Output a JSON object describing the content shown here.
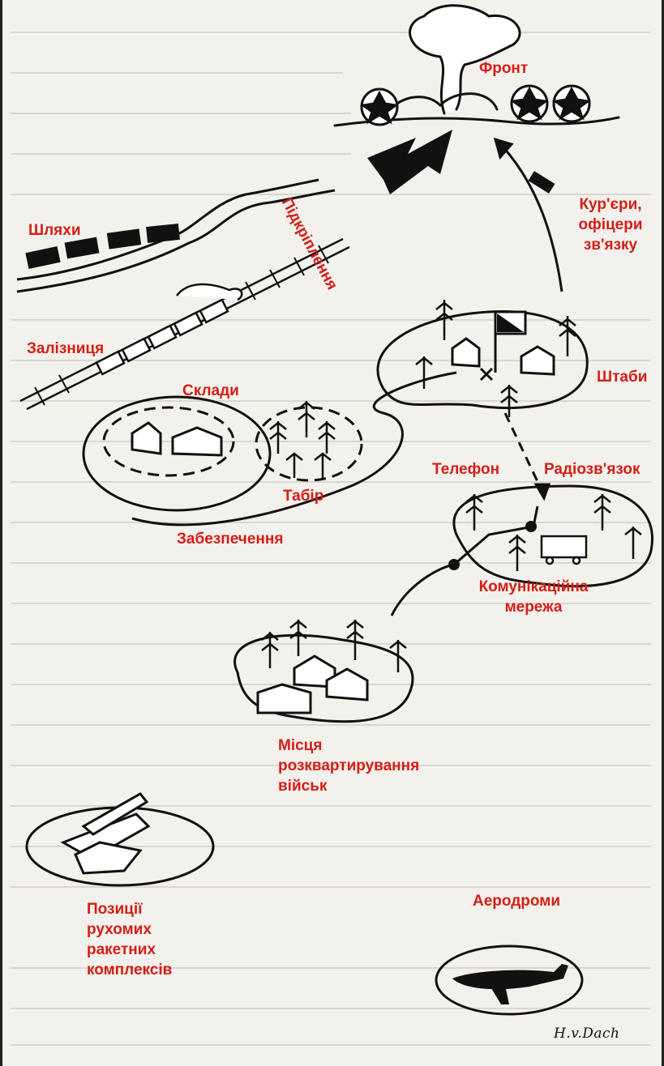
{
  "labels": {
    "front": "Фронт",
    "reinforcements": "Підкріплення",
    "couriers": [
      "Кур'єри,",
      "офіцери",
      "зв'язку"
    ],
    "roads": "Шляхи",
    "railway": "Залізниця",
    "depots": "Склади",
    "camp": "Табір",
    "supply": "Забезпечення",
    "headquarters": "Штаби",
    "telephone": "Телефон",
    "radio": "Радіозв'язок",
    "comm_network": [
      "Комунікаційна",
      "мережа"
    ],
    "troop_quarters": [
      "Місця",
      "розквартирування",
      "військ"
    ],
    "missile_positions": [
      "Позиції",
      "рухомих",
      "ракетних",
      "комплексів"
    ],
    "airfields": "Аеродроми"
  },
  "signature": "H.v.Dach",
  "colors": {
    "label": "#d41e16",
    "ink": "#111111",
    "paper": "#f3f1ec"
  }
}
